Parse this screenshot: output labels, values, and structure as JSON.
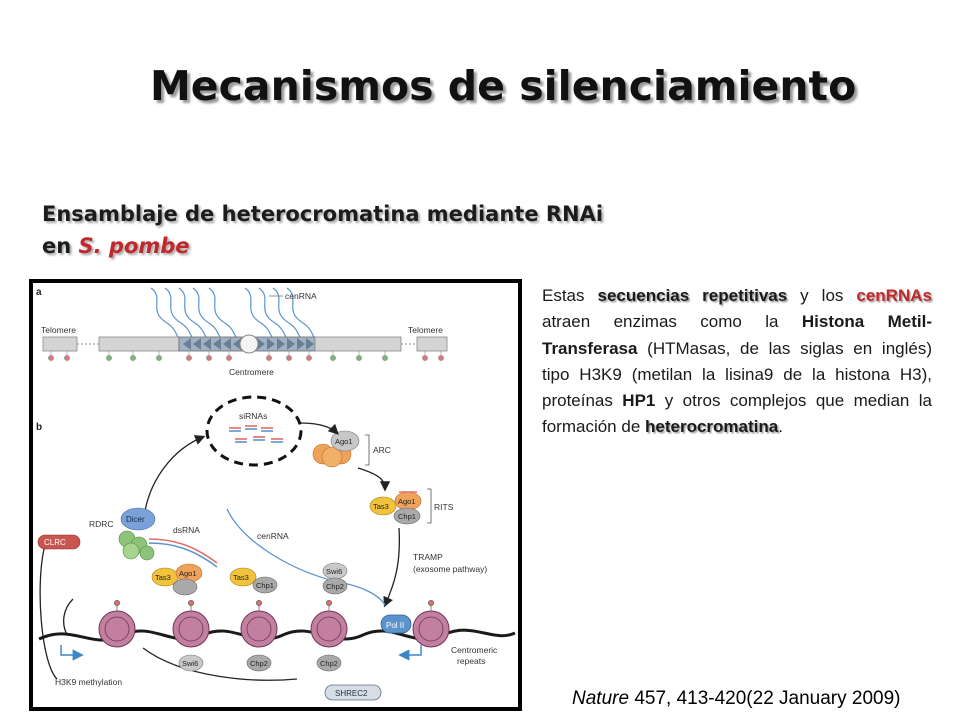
{
  "slide": {
    "title": "Mecanismos de silenciamiento",
    "subtitle_line1": "Ensamblaje de heterocromatina mediante RNAi",
    "subtitle_line2_prefix": "en ",
    "subtitle_species": "S. pombe"
  },
  "figure": {
    "panel_a_label": "a",
    "panel_b_label": "b",
    "labels": {
      "cenrna_top": "cenRNA",
      "telomere_left": "Telomere",
      "telomere_right": "Telomere",
      "centromere": "Centromere",
      "sirnas": "siRNAs",
      "ago1_arc": "Ago1",
      "arc": "ARC",
      "tas3_rits": "Tas3",
      "ago1_rits": "Ago1",
      "chp1_rits": "Chp1",
      "rits": "RITS",
      "rdrc": "RDRC",
      "dicer": "Dicer",
      "dsrna": "dsRNA",
      "clrc": "CLRC",
      "cenrna_mid": "cenRNA",
      "tramp": "TRAMP",
      "exosome": "(exosome pathway)",
      "tas3_1": "Tas3",
      "ago1_1": "Ago1",
      "tas3_2": "Tas3",
      "chp1_2": "Chp1",
      "swi6_top": "Swi6",
      "chp2_top": "Chp2",
      "pol2": "Pol II",
      "swi6_bottom": "Swi6",
      "chp2_bottom": "Chp2",
      "chp2_bottom2": "Chp2",
      "centromeric_repeats_1": "Centromeric",
      "centromeric_repeats_2": "repeats",
      "h3k9": "H3K9 methylation",
      "shrec2": "SHREC2"
    }
  },
  "description": {
    "t1": "Estas ",
    "highlight1": "secuencias repetitivas",
    "t2": " y los ",
    "highlight2": "cenRNAs",
    "t3": " atraen enzimas como la ",
    "bold1": "Histona Metil-Transferasa",
    "t4": " (HTMasas, de las siglas en inglés) tipo H3K9 (metilan la lisina9 de la histona H3), proteínas ",
    "bold2": "HP1",
    "t5": " y otros complejos que median la formación de ",
    "highlight3": "heterocromatina",
    "t6": "."
  },
  "citation": {
    "journal": "Nature",
    "volume": "457",
    "rest": ", 413-420(22 January 2009)"
  },
  "colors": {
    "title_text": "#111111",
    "species_red": "#c0282c",
    "figure_border": "#000000",
    "dicer_blue": "#7aa2d8",
    "tas3_yellow": "#f2c23a",
    "ago1_orange": "#eea25a",
    "chp_gray": "#a9a9a9",
    "clrc_red": "#c8554f",
    "rdrc_green": "#8fc27a",
    "nucleosome_magenta": "#c27fa0"
  }
}
